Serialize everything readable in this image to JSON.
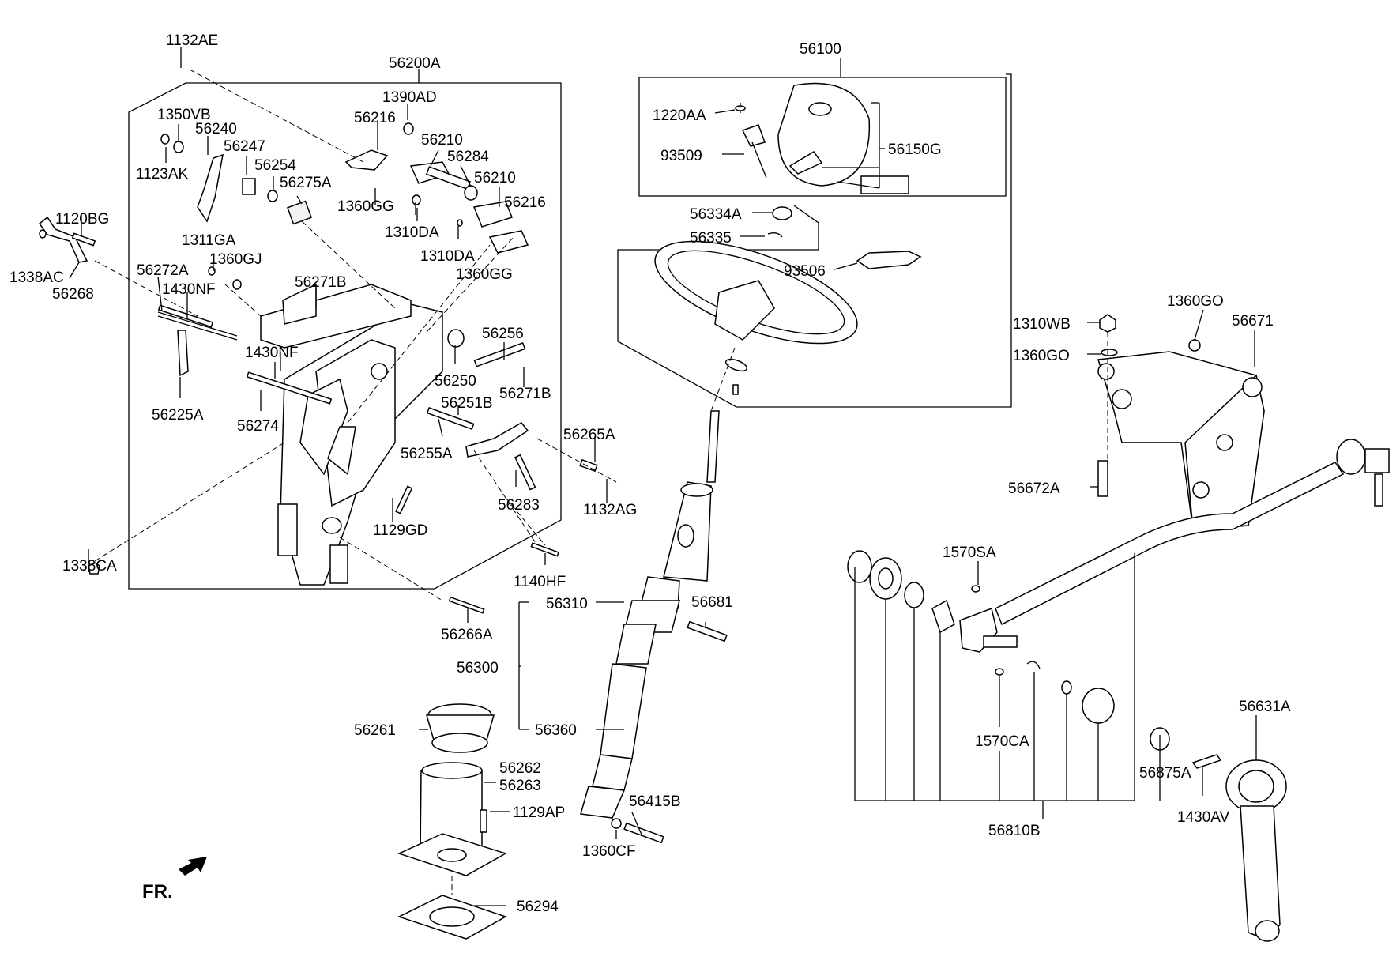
{
  "fr_label": "FR.",
  "labels": {
    "l_1132AE": "1132AE",
    "l_56200A": "56200A",
    "l_1390AD": "1390AD",
    "l_1350VB": "1350VB",
    "l_56240": "56240",
    "l_56216a": "56216",
    "l_56247": "56247",
    "l_56210a": "56210",
    "l_56284": "56284",
    "l_1123AK": "1123AK",
    "l_56254": "56254",
    "l_56275A": "56275A",
    "l_56210b": "56210",
    "l_56216b": "56216",
    "l_1360GGa": "1360GG",
    "l_1120BG": "1120BG",
    "l_1310DAa": "1310DA",
    "l_1311GA": "1311GA",
    "l_1310DAb": "1310DA",
    "l_1360GJ": "1360GJ",
    "l_1338AC": "1338AC",
    "l_56272A": "56272A",
    "l_1360GGb": "1360GG",
    "l_1430NFa": "1430NF",
    "l_56268": "56268",
    "l_56271Ba": "56271B",
    "l_56256": "56256",
    "l_1430NFb": "1430NF",
    "l_56250": "56250",
    "l_56271Bb": "56271B",
    "l_56251B": "56251B",
    "l_56225A": "56225A",
    "l_56274": "56274",
    "l_56255A": "56255A",
    "l_56265A": "56265A",
    "l_56283": "56283",
    "l_1132AG": "1132AG",
    "l_1129GD": "1129GD",
    "l_1338CA": "1338CA",
    "l_1140HF": "1140HF",
    "l_56266A": "56266A",
    "l_56100": "56100",
    "l_1220AA": "1220AA",
    "l_56150G": "56150G",
    "l_93509": "93509",
    "l_56334A": "56334A",
    "l_56335": "56335",
    "l_93506": "93506",
    "l_1310WB": "1310WB",
    "l_1360GOa": "1360GO",
    "l_56671": "56671",
    "l_1360GOb": "1360GO",
    "l_56672A": "56672A",
    "l_1570SA": "1570SA",
    "l_56310": "56310",
    "l_56681": "56681",
    "l_56300": "56300",
    "l_56360": "56360",
    "l_56261": "56261",
    "l_56262": "56262",
    "l_56263": "56263",
    "l_1129AP": "1129AP",
    "l_56415B": "56415B",
    "l_1360CF": "1360CF",
    "l_56294": "56294",
    "l_1570CA": "1570CA",
    "l_56631A": "56631A",
    "l_56875A": "56875A",
    "l_1430AV": "1430AV",
    "l_56810B": "56810B"
  }
}
